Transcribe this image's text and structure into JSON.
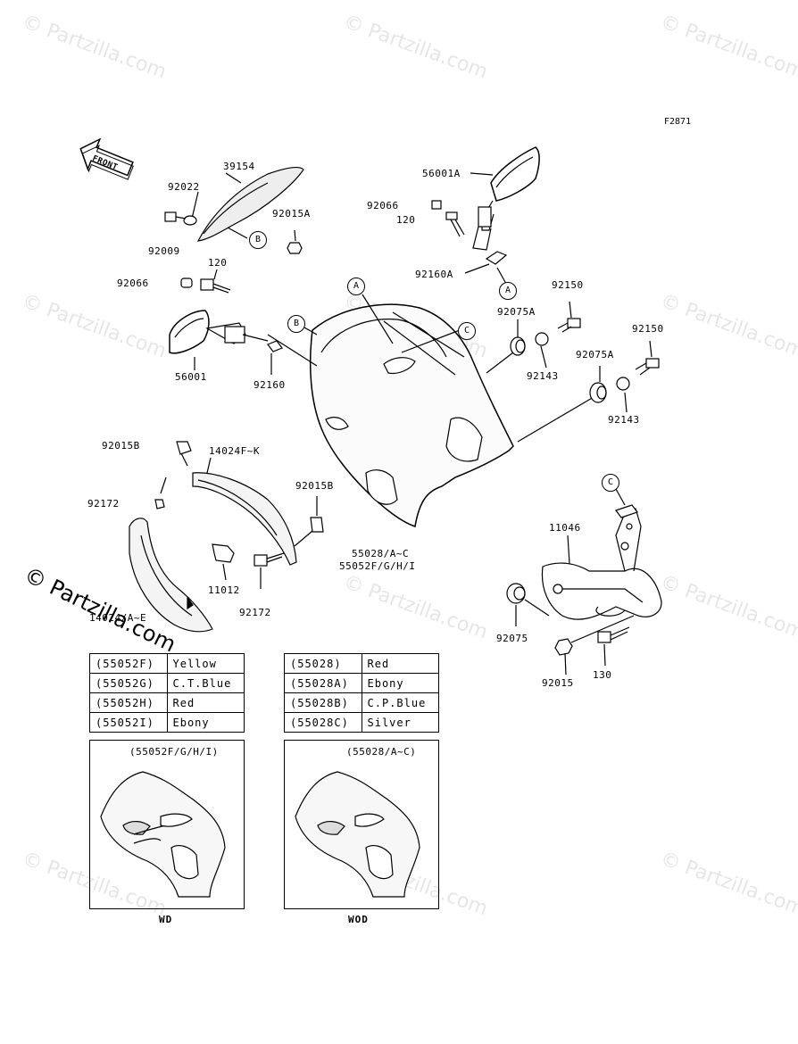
{
  "figure_code": "F2871",
  "front_label": "FRONT",
  "watermark": "© Partzilla.com",
  "part_labels": {
    "p39154": "39154",
    "p92022": "92022",
    "p92009": "92009",
    "p92015A": "92015A",
    "p56001A": "56001A",
    "p92066_r": "92066",
    "p120_r": "120",
    "p92160A": "92160A",
    "p92066_l": "92066",
    "p120_l": "120",
    "p56001": "56001",
    "p92160": "92160",
    "p92150_a": "92150",
    "p92075A_a": "92075A",
    "p92143_a": "92143",
    "p92150_b": "92150",
    "p92075A_b": "92075A",
    "p92143_b": "92143",
    "p92015B_l": "92015B",
    "p14024FK": "14024F~K",
    "p92172_l": "92172",
    "p92015B_r": "92015B",
    "p55028AC": "55028/A~C",
    "p55052FGHI": "55052F/G/H/I",
    "p11012": "11012",
    "p92172_b": "92172",
    "p1402AE": "14024/A~E",
    "p11046": "11046",
    "p92075": "92075",
    "p92015": "92015",
    "p130": "130"
  },
  "callouts": {
    "a1": "A",
    "a2": "A",
    "b1": "B",
    "b2": "B",
    "c1": "C",
    "c2": "C"
  },
  "color_table_left": [
    {
      "code": "(55052F)",
      "color": "Yellow"
    },
    {
      "code": "(55052G)",
      "color": "C.T.Blue"
    },
    {
      "code": "(55052H)",
      "color": "Red"
    },
    {
      "code": "(55052I)",
      "color": "Ebony"
    }
  ],
  "color_table_right": [
    {
      "code": "(55028)",
      "color": "Red"
    },
    {
      "code": "(55028A)",
      "color": "Ebony"
    },
    {
      "code": "(55028B)",
      "color": "C.P.Blue"
    },
    {
      "code": "(55028C)",
      "color": "Silver"
    }
  ],
  "panels": {
    "left_title": "(55052F/G/H/I)",
    "left_foot": "WD",
    "right_title": "(55028/A~C)",
    "right_foot": "WOD"
  }
}
